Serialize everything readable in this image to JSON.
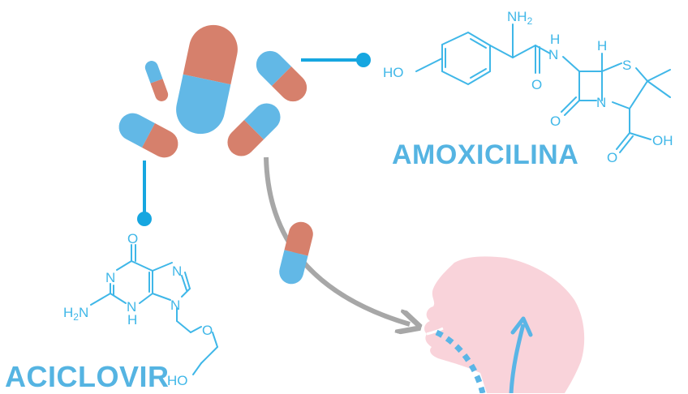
{
  "colors": {
    "capsule_red": "#d6806c",
    "capsule_blue": "#62b8e6",
    "molecule_line": "#3fb7e8",
    "connector": "#16a6e0",
    "arrow_gray": "#a7a7a7",
    "head_pink": "#f9d3da",
    "name_text": "#55b4e2"
  },
  "drugs": {
    "amoxicillin": {
      "name": "AMOXICILINA",
      "atoms": {
        "nh2": "NH2",
        "nh_h": "H",
        "nh_n": "N",
        "ho": "HO",
        "o1": "O",
        "s": "S",
        "h_top": "H",
        "n_ring": "N",
        "o2": "O",
        "o3": "O",
        "oh": "OH"
      }
    },
    "aciclovir": {
      "name": "ACICLOVIR",
      "atoms": {
        "o_top": "O",
        "n1": "N",
        "n2": "N",
        "n3": "N",
        "n4": "N",
        "h2n": "H2N",
        "h": "H",
        "o_chain": "O",
        "ho": "HO"
      }
    }
  }
}
